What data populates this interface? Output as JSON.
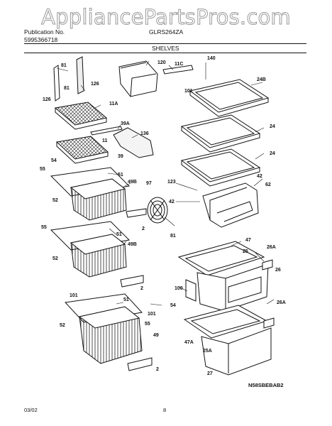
{
  "watermark": "AppliancePartsPros.com",
  "header": {
    "publication_label": "Publication No.",
    "publication_no": "5995366718",
    "model": "GLRS264ZA",
    "section": "SHELVES"
  },
  "footer": {
    "date": "03/02",
    "page": "8",
    "diagram_code": "N58SBEBAB2"
  },
  "callouts": {
    "c81a": "81",
    "c126a": "126",
    "c81b": "81",
    "c126b": "126",
    "c120": "120",
    "c11c": "11C",
    "c140": "140",
    "c101a": "101",
    "c24b": "24B",
    "c11a": "11A",
    "c39a": "39A",
    "c136": "136",
    "c11": "11",
    "c39": "39",
    "c24a": "24",
    "c24b2": "24",
    "c54a": "54",
    "c55a": "55",
    "c51a": "51",
    "c49b": "49B",
    "c97": "97",
    "c123": "123",
    "c42a": "42",
    "c62": "62",
    "c42b": "42",
    "c52a": "52",
    "c2a": "2",
    "c55b": "55",
    "c51b": "51",
    "c81c": "81",
    "c47": "47",
    "c25": "25",
    "c26a1": "26A",
    "c49b2": "49B",
    "c52b": "52",
    "c26": "26",
    "c2b": "2",
    "c100": "100",
    "c26a2": "26A",
    "c101b": "101",
    "c51c": "51",
    "c101c": "101",
    "c54b": "54",
    "c55c": "55",
    "c52c": "52",
    "c49": "49",
    "c47a": "47A",
    "c25a": "25A",
    "c27": "27",
    "c2c": "2"
  }
}
